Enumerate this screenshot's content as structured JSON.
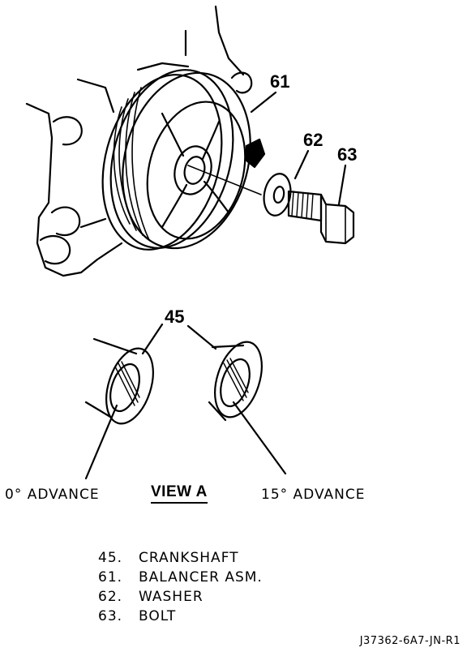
{
  "callouts": {
    "balancer": "61",
    "washer": "62",
    "bolt": "63",
    "crankshaft": "45"
  },
  "view": {
    "left_caption": "0° ADVANCE",
    "title": "VIEW A",
    "right_caption": "15° ADVANCE"
  },
  "legend": [
    {
      "num": "45.",
      "label": "CRANKSHAFT"
    },
    {
      "num": "61.",
      "label": "BALANCER ASM."
    },
    {
      "num": "62.",
      "label": "WASHER"
    },
    {
      "num": "63.",
      "label": "BOLT"
    }
  ],
  "figure_code": "J37362-6A7-JN-R1"
}
